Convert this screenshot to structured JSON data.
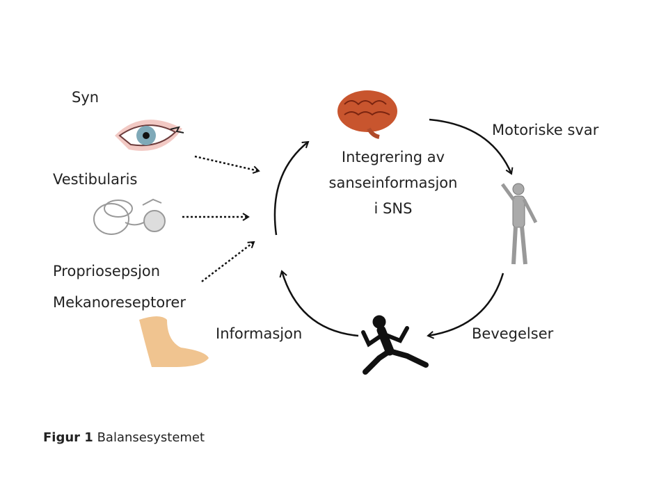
{
  "inputs": {
    "syn": "Syn",
    "vestibularis": "Vestibularis",
    "propriosepsjon": "Propriosepsjon",
    "mekanoreseptorer": "Mekanoreseptorer"
  },
  "center": {
    "line1": "Integrering av",
    "line2": "sanseinformasjon",
    "line3": "i SNS"
  },
  "cycle": {
    "motoriske_svar": "Motoriske svar",
    "bevegelser": "Bevegelser",
    "informasjon": "Informasjon"
  },
  "caption": {
    "label": "Figur 1",
    "text": "Balansesystemet"
  },
  "icons": [
    "eye-icon",
    "inner-ear-icon",
    "foot-icon",
    "brain-icon",
    "human-body-icon",
    "runner-icon"
  ]
}
